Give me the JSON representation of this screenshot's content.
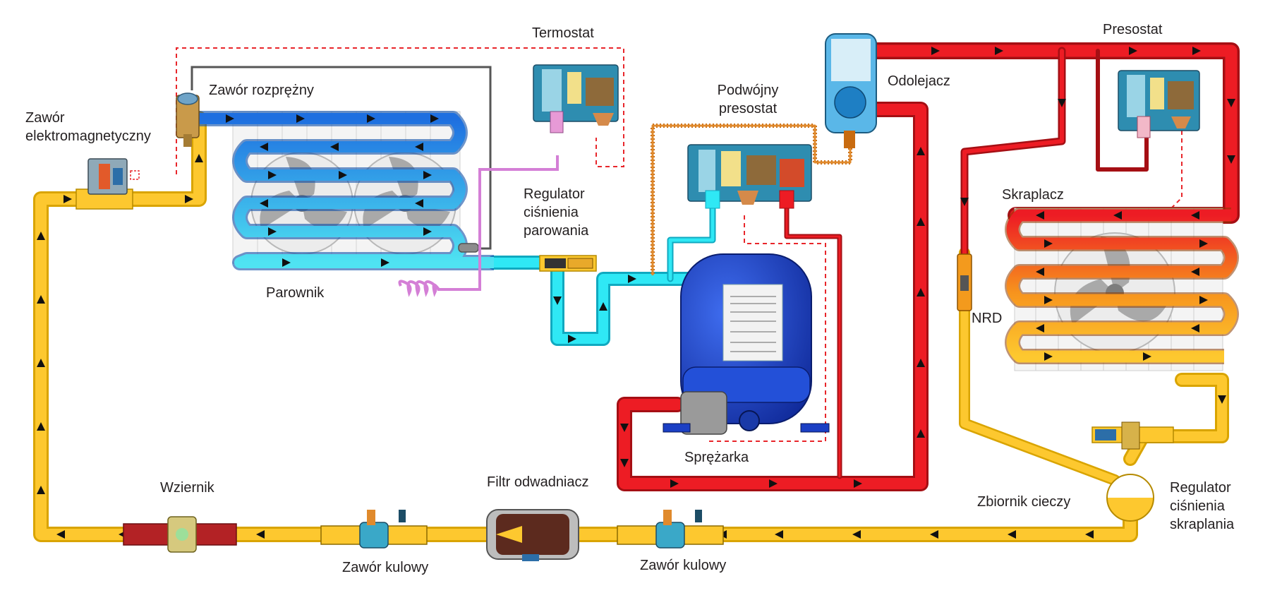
{
  "labels": {
    "termostat": "Termostat",
    "zawor_rozprezny": "Zawór rozprężny",
    "zawor_elektro_1": "Zawór",
    "zawor_elektro_2": "elektromagnetyczny",
    "podwojny_1": "Podwójny",
    "podwojny_2": "presostat",
    "odolejacz": "Odolejacz",
    "presostat": "Presostat",
    "regulator_par_1": "Regulator",
    "regulator_par_2": "ciśnienia",
    "regulator_par_3": "parowania",
    "parownik": "Parownik",
    "skraplacz": "Skraplacz",
    "nrd": "NRD",
    "sprezarka": "Sprężarka",
    "wziernik": "Wziernik",
    "filtr": "Filtr odwadniacz",
    "zawor_kulowy_1": "Zawór kulowy",
    "zawor_kulowy_2": "Zawór kulowy",
    "zbiornik": "Zbiornik cieczy",
    "regulator_skr_1": "Regulator",
    "regulator_skr_2": "ciśnienia",
    "regulator_skr_3": "skraplania"
  },
  "colors": {
    "liquid": "#fdc82f",
    "liquid_edge": "#d9a400",
    "suction": "#2fe8f5",
    "suction_edge": "#10a9c0",
    "discharge": "#ed1c24",
    "discharge_edge": "#a50f14",
    "capillary_pink": "#d47fd6",
    "oil_return": "#c86b10",
    "evaporator_blue": "#1e7fe0",
    "compressor_blue": "#1b3fc4",
    "control_dashed": "#e8262b"
  }
}
